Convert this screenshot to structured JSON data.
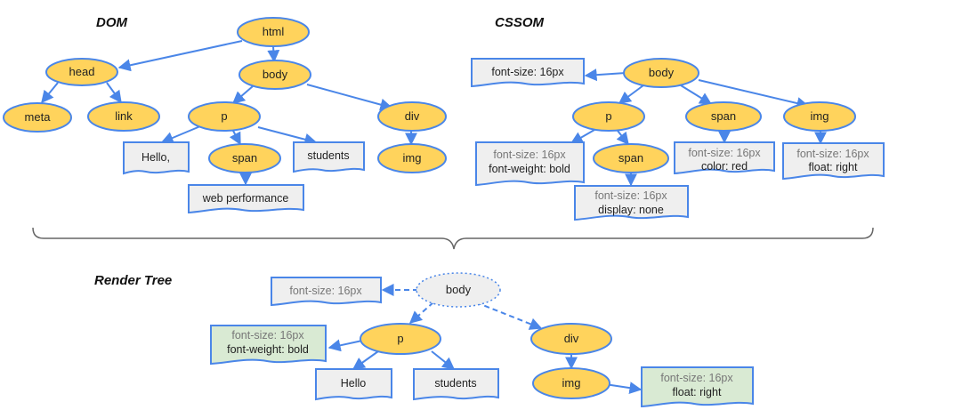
{
  "titles": {
    "dom": "DOM",
    "cssom": "CSSOM",
    "render": "Render Tree"
  },
  "dom": {
    "html": "html",
    "head": "head",
    "body": "body",
    "meta": "meta",
    "link": "link",
    "p": "p",
    "div": "div",
    "span": "span",
    "img": "img",
    "hello": "Hello,",
    "students": "students",
    "web_performance": "web performance"
  },
  "cssom": {
    "body": "body",
    "p": "p",
    "span": "span",
    "img": "img",
    "span_child": "span",
    "body_style": [
      "font-size: 16px"
    ],
    "p_style": [
      "font-size: 16px",
      "font-weight: bold"
    ],
    "span_child_style": [
      "font-size: 16px",
      "display: none"
    ],
    "span_style": [
      "font-size: 16px",
      "color: red"
    ],
    "img_style": [
      "font-size: 16px",
      "float: right"
    ]
  },
  "render": {
    "body": "body",
    "p": "p",
    "div": "div",
    "img": "img",
    "hello": "Hello",
    "students": "students",
    "body_style": [
      "font-size: 16px"
    ],
    "p_style": [
      "font-size: 16px",
      "font-weight: bold"
    ],
    "img_style": [
      "font-size: 16px",
      "float: right"
    ]
  },
  "colors": {
    "node_fill": "#FFD35C",
    "stroke": "#4A86E8",
    "doc_fill": "#EFEFEF",
    "doc_fill_render": "#D9EAD3",
    "muted_text": "#777777",
    "brace": "#666666"
  }
}
